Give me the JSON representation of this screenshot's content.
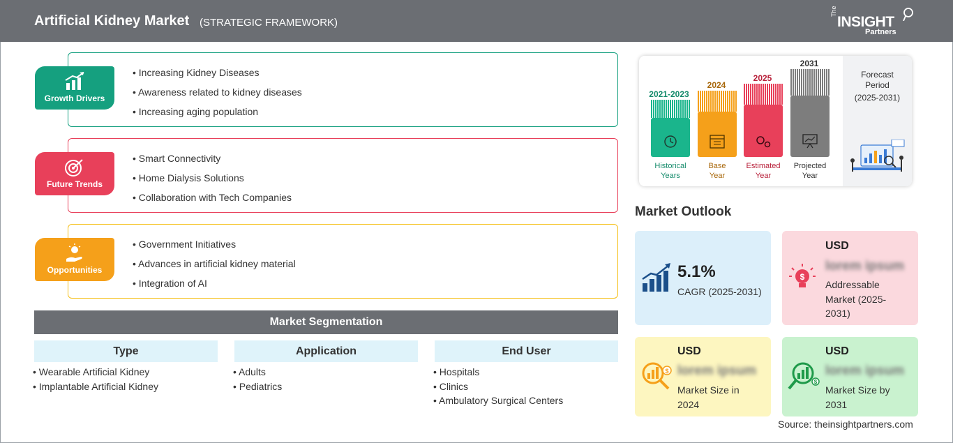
{
  "header": {
    "title": "Artificial Kidney Market",
    "subtitle": "(STRATEGIC FRAMEWORK)",
    "logo_the": "The",
    "logo_insight": "INSIGHT",
    "logo_partners": "Partners"
  },
  "sections": {
    "growth_drivers": {
      "label": "Growth Drivers",
      "color": "#15a07f",
      "items": [
        "• Increasing Kidney Diseases",
        "• Awareness related to kidney diseases",
        "• Increasing aging population"
      ]
    },
    "future_trends": {
      "label": "Future Trends",
      "color": "#e8405a",
      "items": [
        "• Smart Connectivity",
        "• Home Dialysis Solutions",
        "• Collaboration with Tech Companies"
      ]
    },
    "opportunities": {
      "label": "Opportunities",
      "color": "#f5a01a",
      "items": [
        "• Government Initiatives",
        "• Advances in artificial kidney material",
        "• Integration of AI"
      ]
    }
  },
  "segmentation": {
    "title": "Market Segmentation",
    "type": {
      "heading": "Type",
      "items": [
        "• Wearable Artificial Kidney",
        "• Implantable Artificial Kidney"
      ]
    },
    "application": {
      "heading": "Application",
      "items": [
        "• Adults",
        "• Pediatrics"
      ]
    },
    "end_user": {
      "heading": "End User",
      "items": [
        "• Hospitals",
        "• Clinics",
        "• Ambulatory Surgical Centers"
      ]
    }
  },
  "timeline": {
    "bars": [
      {
        "year": "2021-2023",
        "caption1": "Historical",
        "caption2": "Years",
        "color": "#1ab58c",
        "year_color": "#138a6a",
        "icon": "history-icon"
      },
      {
        "year": "2024",
        "caption1": "Base",
        "caption2": "Year",
        "color": "#f5a01a",
        "year_color": "#a8670a",
        "icon": "calendar-icon"
      },
      {
        "year": "2025",
        "caption1": "Estimated",
        "caption2": "Year",
        "color": "#e8405a",
        "year_color": "#b8203a",
        "icon": "gears-icon"
      },
      {
        "year": "2031",
        "caption1": "Projected",
        "caption2": "Year",
        "color": "#7d7d7d",
        "year_color": "#333333",
        "icon": "presentation-icon"
      }
    ],
    "forecast_line1": "Forecast",
    "forecast_line2": "Period",
    "forecast_line3": "(2025-2031)"
  },
  "outlook": {
    "title": "Market Outlook",
    "cagr": {
      "value": "5.1%",
      "label": "CAGR (2025-2031)",
      "color": "#dceffa"
    },
    "addressable": {
      "usd": "USD",
      "value": "lorem ipsum",
      "line1": "Addressable",
      "line2": "Market (2025-",
      "line3": "2031)",
      "color": "#fbd9de"
    },
    "size_2024": {
      "usd": "USD",
      "value": "lorem ipsum",
      "line1": "Market Size in",
      "line2": "2024",
      "color": "#fdf6c0"
    },
    "size_2031": {
      "usd": "USD",
      "value": "lorem ipsum",
      "line1": "Market Size by",
      "line2": "2031",
      "color": "#c9f2cf"
    }
  },
  "source": "Source: theinsightpartners.com"
}
